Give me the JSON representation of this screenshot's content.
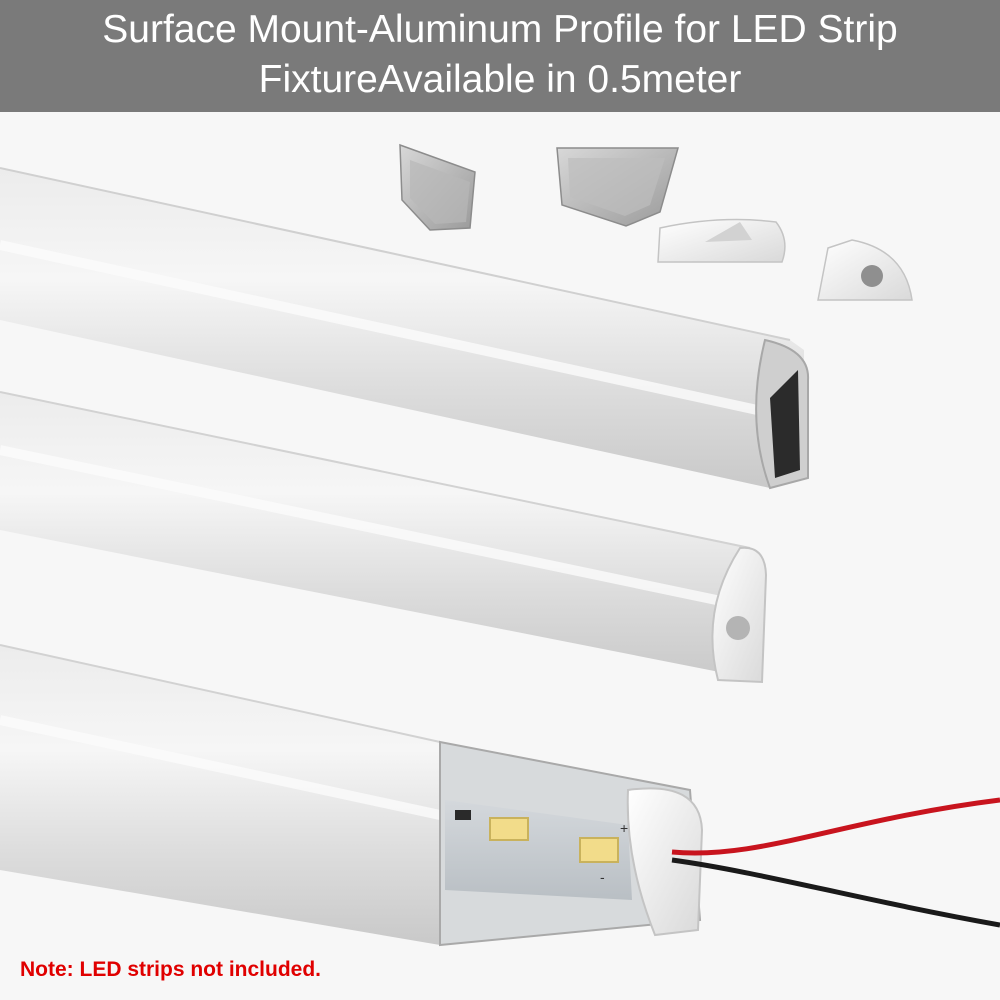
{
  "banner": {
    "line1": "Surface Mount-Aluminum Profile for LED Strip",
    "line2": "FixtureAvailable in 0.5meter"
  },
  "note": {
    "text": "Note: LED strips not included.",
    "color": "#e00000"
  },
  "strip_markings": {
    "plus": "+",
    "minus": "-"
  },
  "colors": {
    "banner_bg": "#7a7a7a",
    "background": "#f7f7f7",
    "diffuser": "#e3e3e3",
    "led_yellow": "#f2dc8a",
    "wire_red": "#c8141e",
    "wire_black": "#1a1a1a"
  }
}
